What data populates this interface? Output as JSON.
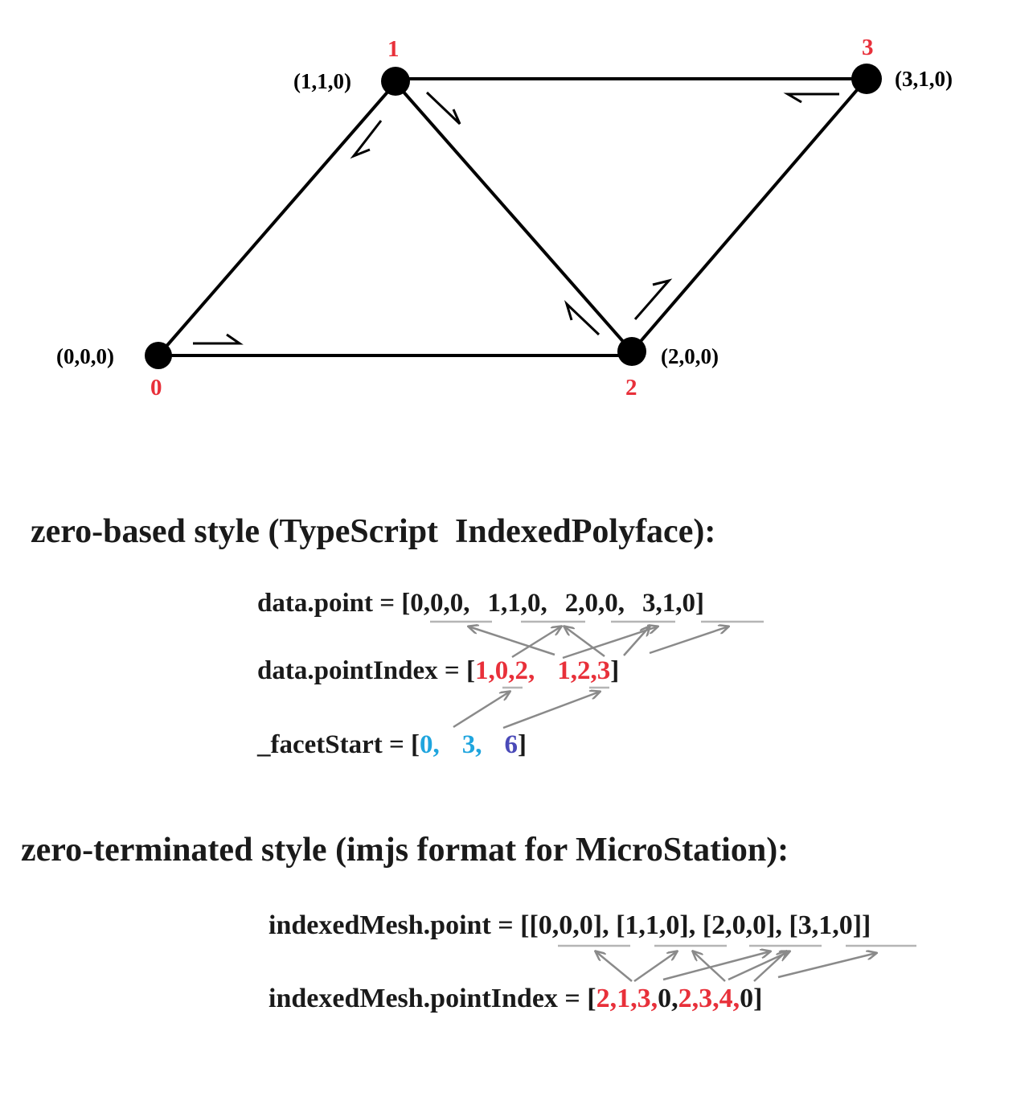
{
  "vertices": [
    {
      "index": "0",
      "coord": "(0,0,0)"
    },
    {
      "index": "1",
      "coord": "(1,1,0)"
    },
    {
      "index": "2",
      "coord": "(2,0,0)"
    },
    {
      "index": "3",
      "coord": "(3,1,0)"
    }
  ],
  "zero_based": {
    "heading": "zero-based style (TypeScript  IndexedPolyface):",
    "point_label": "data.point = [",
    "points": [
      "0,0,0,",
      "1,1,0,",
      "2,0,0,",
      "3,1,0"
    ],
    "point_close": "]",
    "pointIndex_label": "data.pointIndex = [",
    "pointIndex_red_1": "1,0,2,",
    "pointIndex_red_2": "1,2,3",
    "pointIndex_close": "]",
    "facetStart_label": "_facetStart = [",
    "facetStart_0": "0,",
    "facetStart_1": "3,",
    "facetStart_2": "6",
    "facetStart_close": "]"
  },
  "zero_terminated": {
    "heading": "zero-terminated style (imjs format for MicroStation):",
    "point_line": "indexedMesh.point = [[0,0,0], [1,1,0], [2,0,0], [3,1,0]]",
    "pointIndex_label": "indexedMesh.pointIndex = [",
    "pointIndex_red_1": "2,1,3,",
    "pointIndex_black_1": "0,",
    "pointIndex_red_2": "2,3,4,",
    "pointIndex_black_2": "0",
    "pointIndex_close": "]"
  },
  "colors": {
    "vertex_index": "#e8303a",
    "facet_start_blue": "#1fa5de",
    "facet_start_purple": "#4a4ab8",
    "pointer_arrow": "#8a8a8a"
  }
}
